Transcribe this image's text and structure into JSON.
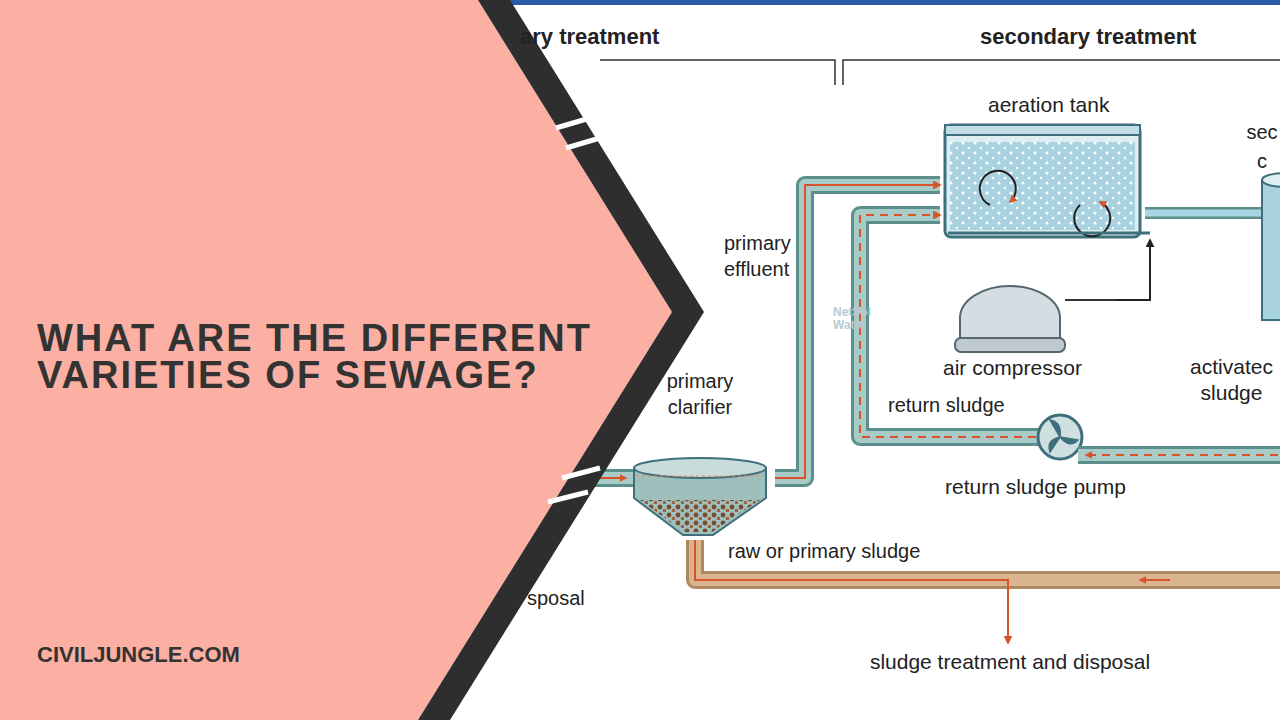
{
  "diagram": {
    "title": "WHAT ARE THE DIFFERENT VARIETIES OF SEWAGE?",
    "nodes": [
      {
        "text": [
          "aeration tank"
        ]
      },
      {
        "text": [
          "sec c"
        ]
      },
      {
        "text": [
          "air compressor"
        ]
      },
      {
        "text": [
          "primary clarifier"
        ]
      },
      {
        "text": [
          "return sludge pump"
        ]
      },
      {
        "text": [
          "sludge treatment and disposal"
        ]
      }
    ],
    "edges": [
      {
        "from": 3,
        "to": 0,
        "arrow": "to",
        "label": "primary effluent"
      },
      {
        "from": 2,
        "to": 0,
        "arrow": "to"
      },
      {
        "from": 4,
        "to": 0,
        "arrow": "to",
        "label": "return sludge"
      },
      {
        "from": 0,
        "to": 1,
        "arrow": "none"
      },
      {
        "from": 3,
        "to": 5,
        "arrow": "to",
        "label": "raw or primary sludge"
      }
    ],
    "labels": [
      "ary treatment",
      "secondary treatment",
      "activatec sludge",
      "sposal",
      "NetSol Water",
      "CIVILJUNGLE.COM"
    ]
  }
}
